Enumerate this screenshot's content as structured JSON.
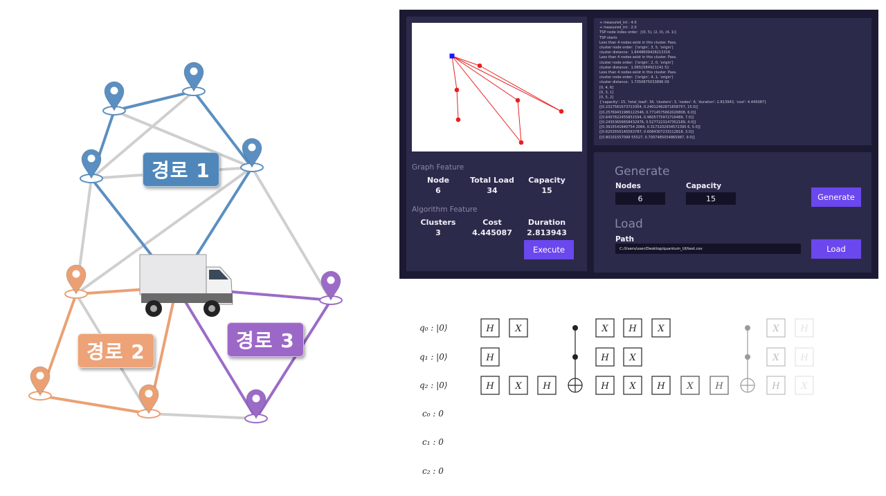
{
  "colors": {
    "route1": "#5b8fc1",
    "route2": "#eba074",
    "route3": "#9b6bc8",
    "grey_edge": "#cfcfcf",
    "app_bg": "#1c1a33",
    "panel_bg": "#2c2a4a",
    "accent": "#6b47ee"
  },
  "route_labels": {
    "route1": "경로 1",
    "route2": "경로 2",
    "route3": "경로 3"
  },
  "app": {
    "graph_feature": {
      "title": "Graph Feature",
      "node_label": "Node",
      "node_value": "6",
      "total_load_label": "Total Load",
      "total_load_value": "34",
      "capacity_label": "Capacity",
      "capacity_value": "15"
    },
    "algorithm_feature": {
      "title": "Algorithm Feature",
      "clusters_label": "Clusters",
      "clusters_value": "3",
      "cost_label": "Cost",
      "cost_value": "4.445087",
      "duration_label": "Duration",
      "duration_value": "2.813943"
    },
    "execute_label": "Execute",
    "log_lines": [
      "+ measured_int : 4.0",
      "+ measured_int : 2.0",
      "TSP node index order:  [(0, 5), (2, 0), (4, 1)]",
      "TSP starts",
      "Less than 4 nodes exist in this cluster. Pass.",
      "cluster node order:  ['origin', 3, 5, 'origin']",
      "cluster distance:  1.6448609428213316",
      "Less than 4 nodes exist in this cluster. Pass.",
      "cluster node order:  ['origin', 2, 0, 'origin']",
      "cluster distance:  1.0651584921141 51",
      "Less than 4 nodes exist in this cluster. Pass.",
      "cluster node order:  ['origin', 4, 1, 'origin']",
      "cluster distance:  1.7350875033896 09",
      "[0, 4, 6]",
      "[0, 3, 1]",
      "[0, 5, 2]",
      "{'capacity': 15, 'total_load': 34, 'clusters': 3, 'nodes': 6, 'duration': 2.813943, 'cost': 4.445087}",
      "[[0.2317561673723304, 0.24012462871658757, 15.0]]",
      "[[0.25769431986122546, 0.7714575662026808, 6.0]]",
      "[[0.6457822455851594, 0.9605775972716489, 7.0]]",
      "[[0.24353656658432976, 0.5277223147352189, 4.0]]",
      "[[0.3915541840754 2064, 0.3173202934572395 6, 5.0]]",
      "[[0.6253550145563787, 0.6084307233112818, 3.0]]",
      "[[0.80101557099 55527, 0.7007485054865987, 9.0]]"
    ],
    "generate": {
      "title": "Generate",
      "nodes_label": "Nodes",
      "nodes_value": "6",
      "capacity_label": "Capacity",
      "capacity_value": "15",
      "button": "Generate"
    },
    "load": {
      "title": "Load",
      "path_label": "Path",
      "path_value": "C:/Users/user/Desktop/quantum_UI/test.csv",
      "button": "Load"
    }
  },
  "circuit": {
    "qubits": [
      "q₀ : |0⟩",
      "q₁ : |0⟩",
      "q₂ : |0⟩"
    ],
    "clbits": [
      "c₀ :  0",
      "c₁ :  0",
      "c₂ :  0"
    ],
    "gate_letters": {
      "H": "H",
      "X": "X"
    }
  }
}
